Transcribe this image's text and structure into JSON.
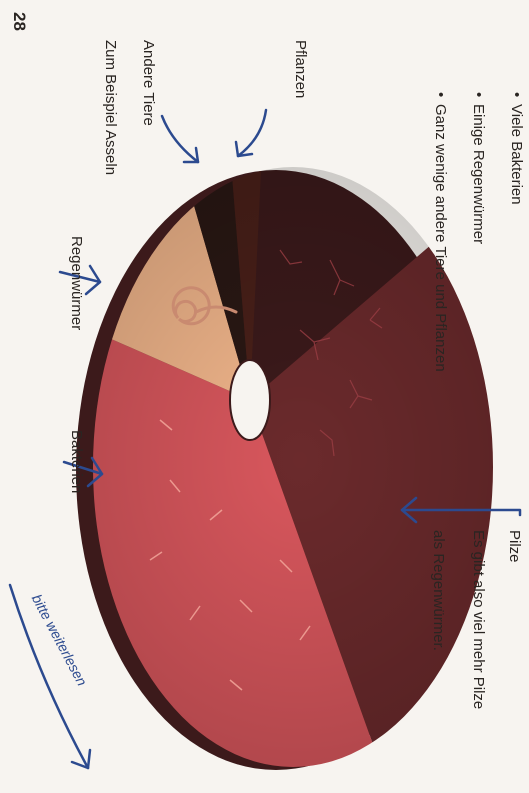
{
  "page_number": "28",
  "bullets": [
    "Viele Bakterien",
    "Einige Regenwürmer",
    "Ganz wenige andere Tiere und Pflanzen"
  ],
  "labels": {
    "pflanzen": "Pflanzen",
    "andere_tiere": "Andere Tiere",
    "zum_beispiel": "Zum Beispiel Asseln",
    "regenwuermer": "Regenwürmer",
    "bakterien": "Bakterien",
    "pilze": "Pilze",
    "conclusion_line1": "Es gibt also viel mehr Pilze",
    "conclusion_line2": "als Regenwürmer."
  },
  "handwritten_note": "bitte weiterlesen",
  "colors": {
    "arrow": "#2c4a8f",
    "pilze": "#6b2a2c",
    "bakterien": "#d9575d",
    "regenwuermer": "#f3b78c",
    "andere_tiere": "#2a1814"
  }
}
